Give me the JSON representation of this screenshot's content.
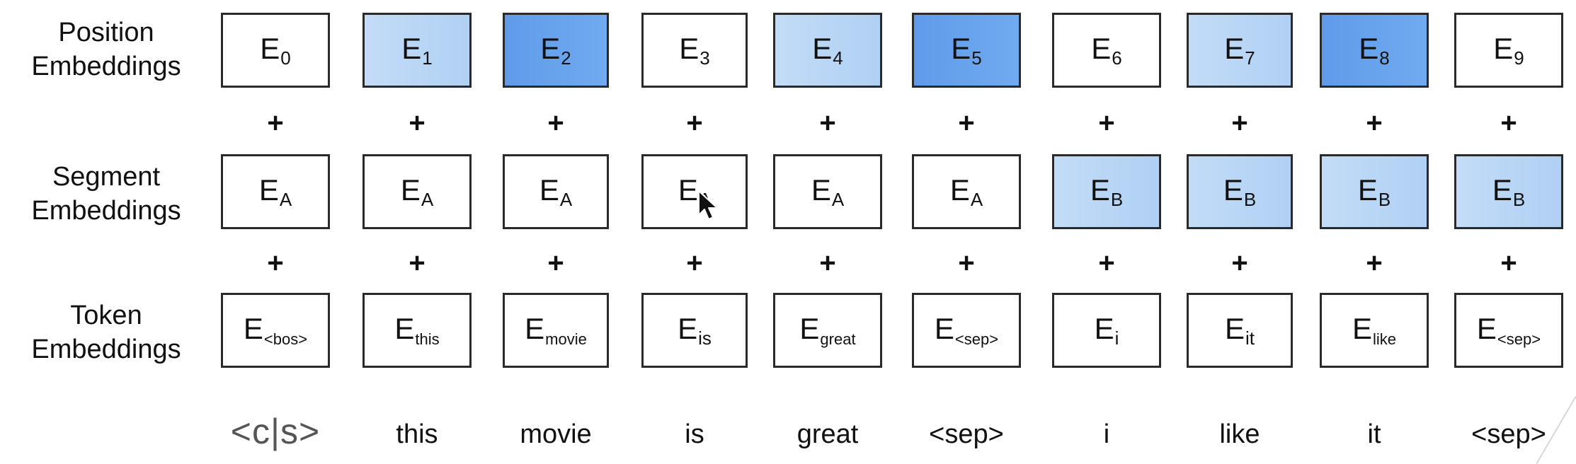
{
  "labels": {
    "position": [
      "Position",
      "Embeddings"
    ],
    "segment": [
      "Segment",
      "Embeddings"
    ],
    "token": [
      "Token",
      "Embeddings"
    ]
  },
  "position_embeddings": [
    {
      "base": "E",
      "sub": "0",
      "shade": "none"
    },
    {
      "base": "E",
      "sub": "1",
      "shade": "light"
    },
    {
      "base": "E",
      "sub": "2",
      "shade": "dark"
    },
    {
      "base": "E",
      "sub": "3",
      "shade": "none"
    },
    {
      "base": "E",
      "sub": "4",
      "shade": "light"
    },
    {
      "base": "E",
      "sub": "5",
      "shade": "dark"
    },
    {
      "base": "E",
      "sub": "6",
      "shade": "none"
    },
    {
      "base": "E",
      "sub": "7",
      "shade": "light"
    },
    {
      "base": "E",
      "sub": "8",
      "shade": "dark"
    },
    {
      "base": "E",
      "sub": "9",
      "shade": "none"
    }
  ],
  "segment_embeddings": [
    {
      "base": "E",
      "sub": "A",
      "shade": "none"
    },
    {
      "base": "E",
      "sub": "A",
      "shade": "none"
    },
    {
      "base": "E",
      "sub": "A",
      "shade": "none"
    },
    {
      "base": "E",
      "sub": "A",
      "shade": "none"
    },
    {
      "base": "E",
      "sub": "A",
      "shade": "none"
    },
    {
      "base": "E",
      "sub": "A",
      "shade": "none"
    },
    {
      "base": "E",
      "sub": "B",
      "shade": "light"
    },
    {
      "base": "E",
      "sub": "B",
      "shade": "light"
    },
    {
      "base": "E",
      "sub": "B",
      "shade": "light"
    },
    {
      "base": "E",
      "sub": "B",
      "shade": "light"
    }
  ],
  "token_embeddings": [
    {
      "base": "E",
      "sub": "<bos>"
    },
    {
      "base": "E",
      "sub": "this"
    },
    {
      "base": "E",
      "sub": "movie"
    },
    {
      "base": "E",
      "sub": "is"
    },
    {
      "base": "E",
      "sub": "great"
    },
    {
      "base": "E",
      "sub": "<sep>"
    },
    {
      "base": "E",
      "sub": "i"
    },
    {
      "base": "E",
      "sub": "it"
    },
    {
      "base": "E",
      "sub": "like"
    },
    {
      "base": "E",
      "sub": "<sep>"
    }
  ],
  "plus_symbol": "+",
  "input_tokens": [
    "<c|s>",
    "this",
    "movie",
    "is",
    "great",
    "<sep>",
    "i",
    "like",
    "it",
    "<sep>"
  ],
  "colors": {
    "light_blue": "#b8d5f5",
    "dark_blue": "#66a2ec",
    "border": "#2a2a2a"
  }
}
